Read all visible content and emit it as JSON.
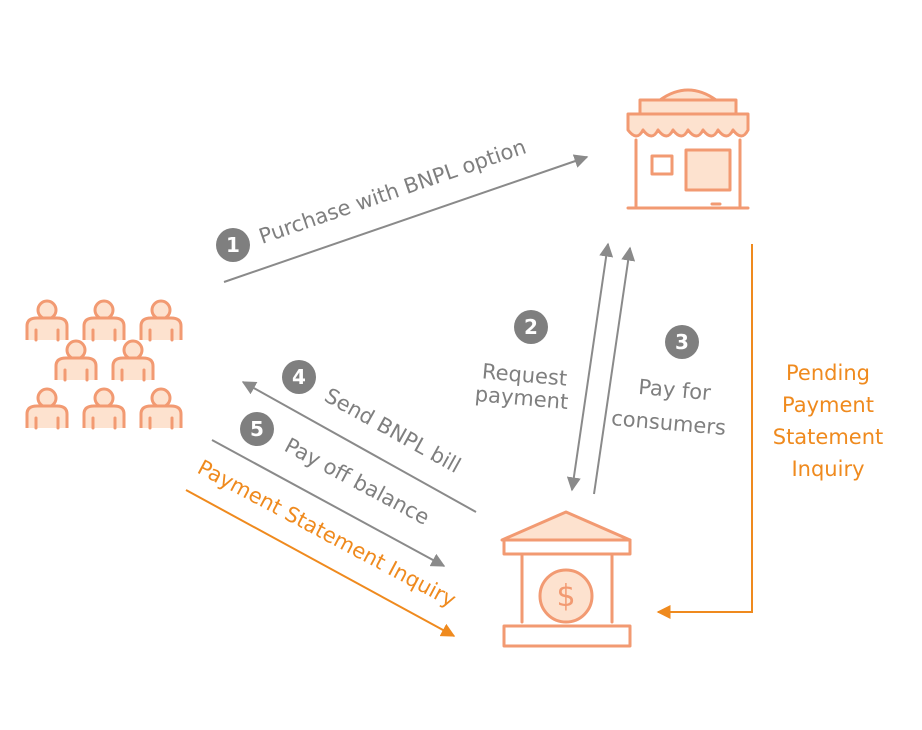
{
  "nodes": {
    "consumers": {
      "icon": "people-group-icon"
    },
    "merchant": {
      "icon": "store-icon"
    },
    "bank": {
      "icon": "bank-dollar-icon"
    }
  },
  "steps": {
    "step1": {
      "num": "1",
      "label": "Purchase with BNPL option"
    },
    "step2": {
      "num": "2",
      "label_line1": "Request",
      "label_line2": "payment"
    },
    "step3": {
      "num": "3",
      "label_line1": "Pay for",
      "label_line2": "consumers"
    },
    "step4": {
      "num": "4",
      "label": "Send BNPL bill"
    },
    "step5": {
      "num": "5",
      "label": "Pay off balance"
    }
  },
  "inquiry": {
    "consumer_label": "Payment Statement Inquiry",
    "merchant_line1": "Pending",
    "merchant_line2": "Payment",
    "merchant_line3": "Statement",
    "merchant_line4": "Inquiry"
  },
  "colors": {
    "gray_flow": "#8a8a8a",
    "orange_flow": "#ef8a1e",
    "icon_outline": "#f29a72",
    "icon_fill": "#fde2cf",
    "badge": "#7f7f7f"
  }
}
